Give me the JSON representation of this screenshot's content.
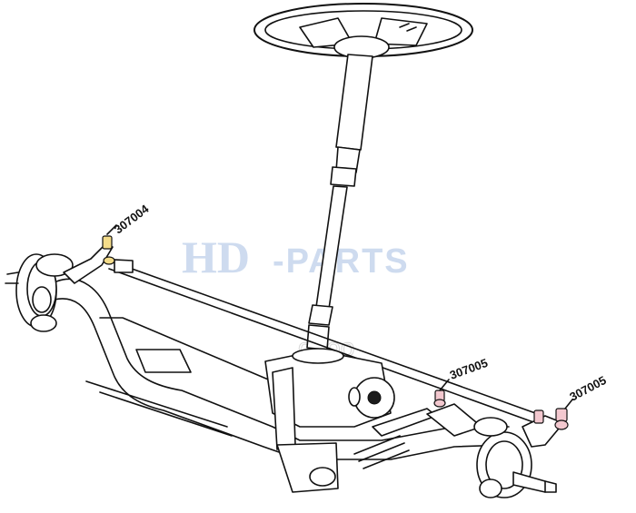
{
  "watermark": {
    "brand_main": "HD",
    "brand_sub": "-PARTS",
    "faint_text": "ороо"
  },
  "callouts": [
    {
      "label": "307004"
    },
    {
      "label": "307005"
    },
    {
      "label": "307005"
    }
  ],
  "colors": {
    "line": "#111111",
    "watermark": "#c9d8ee",
    "highlight_joint": "#f3c8cf",
    "highlight_joint_left": "#f4dc8a"
  }
}
